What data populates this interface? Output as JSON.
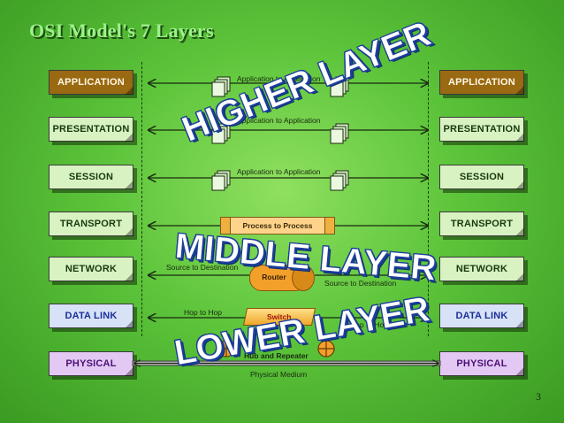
{
  "title": "OSI Model's 7 Layers",
  "layers_left": [
    "APPLICATION",
    "PRESENTATION",
    "SESSION",
    "TRANSPORT",
    "NETWORK",
    "DATA LINK",
    "PHYSICAL"
  ],
  "layers_right": [
    "APPLICATION",
    "PRESENTATION",
    "SESSION",
    "TRANSPORT",
    "NETWORK",
    "DATA LINK",
    "PHYSICAL"
  ],
  "flows": {
    "app": "Application to Application",
    "pres": "Application to Application",
    "sess": "Application to Application",
    "transport": "Process to Process",
    "network_left": "Source to Destination",
    "network_right": "Source to Destination",
    "router": "Router",
    "datalink_left": "Hop to Hop",
    "datalink_right": "Hop to Hop",
    "switch": "Switch",
    "hub": "Hub and Repeater",
    "physical": "Physical Medium"
  },
  "groups": {
    "higher": "HIGHER LAYER",
    "middle": "MIDDLE LAYER",
    "lower": "LOWER LAYER"
  },
  "page_number": "3",
  "colors": {
    "application": "#9a6a12",
    "light_green": "#d9f2c2",
    "data_link": "#d7e2f6",
    "physical": "#e2c8f2",
    "accent_text": "#1b3e9a"
  }
}
